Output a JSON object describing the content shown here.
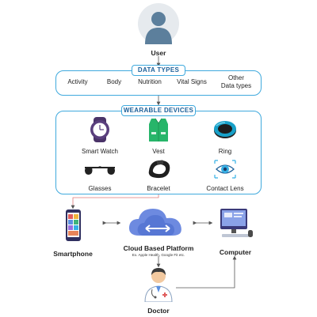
{
  "colors": {
    "accent": "#3fa9dd",
    "pill_text": "#1b5f99",
    "person": "#5c7f9c",
    "watch": "#5a3f7d",
    "ring": "#17a0c8",
    "vest": "#27b56a",
    "device_dark": "#2a2a2a",
    "lens": "#35b0e5",
    "cloud": "#6d8ae0",
    "phone": "#3a3a7a",
    "arrow_red": "#e07a7a"
  },
  "user": {
    "label": "User",
    "icon": "person-icon"
  },
  "data_types": {
    "title": "DATA TYPES",
    "items": [
      "Activity",
      "Body",
      "Nutrition",
      "Vital Signs",
      "Other\nData types"
    ]
  },
  "wearable_devices": {
    "title": "WEARABLE DEVICES",
    "items": [
      {
        "label": "Smart Watch",
        "icon": "smart-watch-icon"
      },
      {
        "label": "Vest",
        "icon": "vest-icon"
      },
      {
        "label": "Ring",
        "icon": "ring-icon"
      },
      {
        "label": "Glasses",
        "icon": "glasses-icon"
      },
      {
        "label": "Bracelet",
        "icon": "bracelet-icon"
      },
      {
        "label": "Contact Lens",
        "icon": "contact-lens-icon"
      }
    ]
  },
  "platform": {
    "smartphone": "Smartphone",
    "cloud": "Cloud Based Platform",
    "cloud_examples": "Ex. Apple Health, Google Fit etc.",
    "computer": "Computer",
    "doctor": "Doctor"
  }
}
